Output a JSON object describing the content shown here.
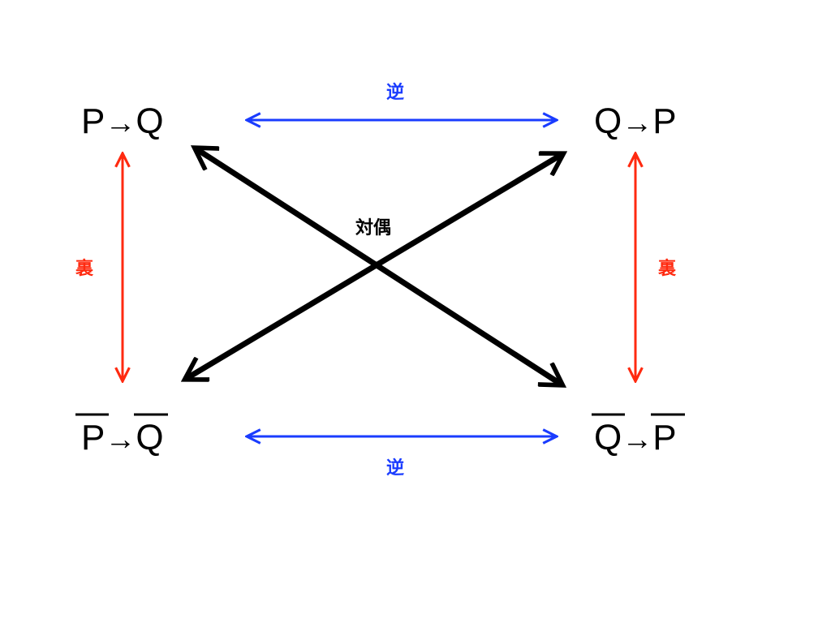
{
  "statements": {
    "original": {
      "a": "P",
      "arrow": "→",
      "b": "Q"
    },
    "converse": {
      "a": "Q",
      "arrow": "→",
      "b": "P"
    },
    "inverse": {
      "a": "P",
      "arrow": "→",
      "b": "Q",
      "negated": true
    },
    "contrapositive": {
      "a": "Q",
      "arrow": "→",
      "b": "P",
      "negated": true
    }
  },
  "labels": {
    "converse_top": "逆",
    "converse_bottom": "逆",
    "inverse_left": "裏",
    "inverse_right": "裏",
    "contrapositive": "対偶"
  },
  "colors": {
    "converse": "#1a3cff",
    "inverse": "#ff2a10",
    "contrapositive": "#000000"
  }
}
